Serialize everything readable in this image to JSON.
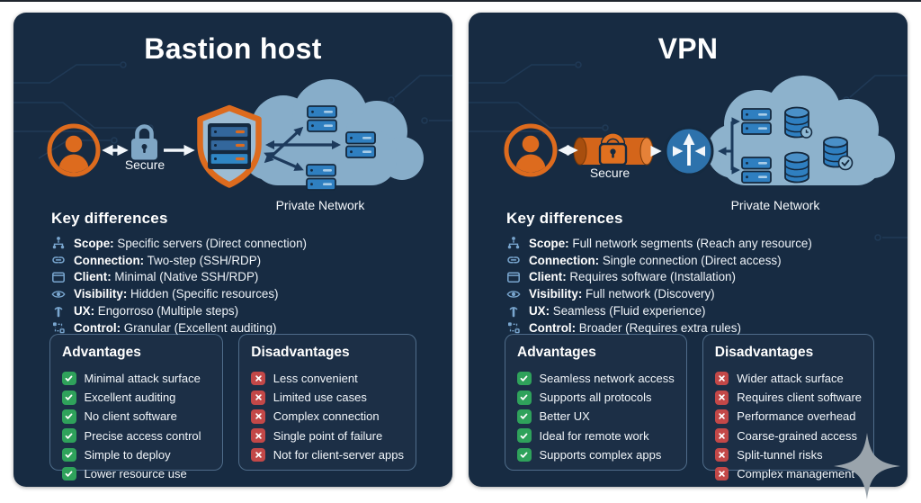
{
  "bastion": {
    "title": "Bastion host",
    "secure_label": "Secure",
    "cloud_label": "Private Network",
    "key_differences": {
      "heading": "Key differences",
      "items": [
        {
          "icon": "sitemap-icon",
          "label": "Scope:",
          "text": "Specific servers (Direct connection)"
        },
        {
          "icon": "link-icon",
          "label": "Connection:",
          "text": "Two-step (SSH/RDP)"
        },
        {
          "icon": "window-icon",
          "label": "Client:",
          "text": "Minimal (Native SSH/RDP)"
        },
        {
          "icon": "eye-icon",
          "label": "Visibility:",
          "text": "Hidden (Specific resources)"
        },
        {
          "icon": "tap-icon",
          "label": "UX:",
          "text": "Engorroso (Multiple steps)"
        },
        {
          "icon": "flow-icon",
          "label": "Control:",
          "text": "Granular (Excellent auditing)"
        }
      ]
    },
    "advantages": {
      "heading": "Advantages",
      "items": [
        "Minimal attack surface",
        "Excellent auditing",
        "No client software",
        "Precise access control",
        "Simple to deploy",
        "Lower resource use"
      ]
    },
    "disadvantages": {
      "heading": "Disadvantages",
      "items": [
        "Less convenient",
        "Limited use cases",
        "Complex connection",
        "Single point of failure",
        "Not for client-server apps"
      ]
    }
  },
  "vpn": {
    "title": "VPN",
    "secure_label": "Secure",
    "cloud_label": "Private Network",
    "key_differences": {
      "heading": "Key differences",
      "items": [
        {
          "icon": "sitemap-icon",
          "label": "Scope:",
          "text": "Full network segments (Reach any resource)"
        },
        {
          "icon": "link-icon",
          "label": "Connection:",
          "text": "Single connection (Direct access)"
        },
        {
          "icon": "window-icon",
          "label": "Client:",
          "text": "Requires software (Installation)"
        },
        {
          "icon": "eye-icon",
          "label": "Visibility:",
          "text": "Full network (Discovery)"
        },
        {
          "icon": "tap-icon",
          "label": "UX:",
          "text": "Seamless (Fluid experience)"
        },
        {
          "icon": "flow-icon",
          "label": "Control:",
          "text": "Broader (Requires extra rules)"
        }
      ]
    },
    "advantages": {
      "heading": "Advantages",
      "items": [
        "Seamless network access",
        "Supports all protocols",
        "Better UX",
        "Ideal for remote work",
        "Supports complex apps"
      ]
    },
    "disadvantages": {
      "heading": "Disadvantages",
      "items": [
        "Wider attack surface",
        "Requires client software",
        "Performance overhead",
        "Coarse-grained access",
        "Split-tunnel risks",
        "Complex management"
      ]
    }
  },
  "icons": {
    "key_difference_icons": [
      "sitemap-icon",
      "link-icon",
      "window-icon",
      "eye-icon",
      "tap-icon",
      "flow-icon"
    ],
    "advantage_icon": "check-icon",
    "disadvantage_icon": "cross-icon",
    "watermark_icon": "sparkle-icon"
  },
  "colors": {
    "panel_bg": "#172b42",
    "accent_orange": "#dd6b1e",
    "cloud_blue": "#87adc9",
    "server_blue": "#2f7fc0",
    "advantage_green": "#2fa25b",
    "disadvantage_red": "#c34848",
    "icon_blue": "#79a6cf",
    "text": "#ffffff"
  }
}
